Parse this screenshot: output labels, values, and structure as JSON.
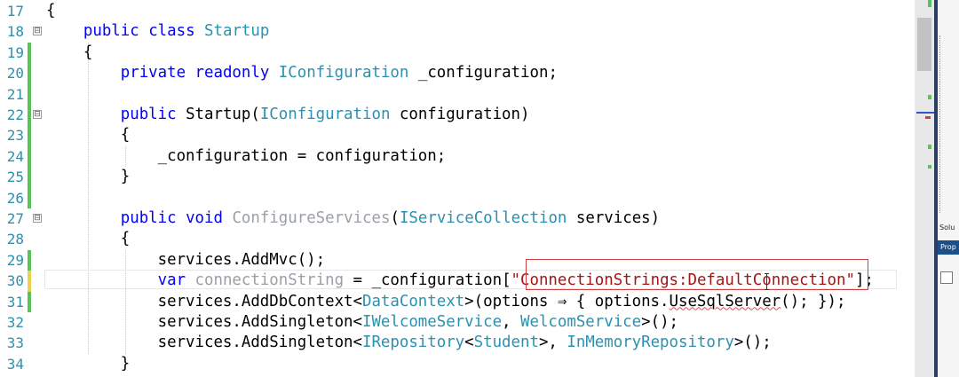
{
  "lines": [
    {
      "n": "17",
      "chg": "none",
      "fold": "",
      "tokens": [
        {
          "t": "{",
          "c": ""
        }
      ]
    },
    {
      "n": "18",
      "chg": "none",
      "fold": "⊟",
      "tokens": [
        {
          "t": "    ",
          "c": ""
        },
        {
          "t": "public",
          "c": "kw"
        },
        {
          "t": " ",
          "c": ""
        },
        {
          "t": "class",
          "c": "kw"
        },
        {
          "t": " ",
          "c": ""
        },
        {
          "t": "Startup",
          "c": "type"
        }
      ]
    },
    {
      "n": "19",
      "chg": "saved",
      "fold": "",
      "tokens": [
        {
          "t": "    {",
          "c": ""
        }
      ]
    },
    {
      "n": "20",
      "chg": "saved",
      "fold": "",
      "tokens": [
        {
          "t": "        ",
          "c": ""
        },
        {
          "t": "private",
          "c": "kw"
        },
        {
          "t": " ",
          "c": ""
        },
        {
          "t": "readonly",
          "c": "kw"
        },
        {
          "t": " ",
          "c": ""
        },
        {
          "t": "IConfiguration",
          "c": "type"
        },
        {
          "t": " _configuration;",
          "c": ""
        }
      ]
    },
    {
      "n": "21",
      "chg": "saved",
      "fold": "",
      "tokens": [
        {
          "t": "",
          "c": ""
        }
      ]
    },
    {
      "n": "22",
      "chg": "saved",
      "fold": "⊟",
      "tokens": [
        {
          "t": "        ",
          "c": ""
        },
        {
          "t": "public",
          "c": "kw"
        },
        {
          "t": " Startup(",
          "c": ""
        },
        {
          "t": "IConfiguration",
          "c": "type"
        },
        {
          "t": " configuration)",
          "c": ""
        }
      ]
    },
    {
      "n": "23",
      "chg": "saved",
      "fold": "",
      "tokens": [
        {
          "t": "        {",
          "c": ""
        }
      ]
    },
    {
      "n": "24",
      "chg": "saved",
      "fold": "",
      "tokens": [
        {
          "t": "            _configuration = configuration;",
          "c": ""
        }
      ]
    },
    {
      "n": "25",
      "chg": "saved",
      "fold": "",
      "tokens": [
        {
          "t": "        }",
          "c": ""
        }
      ]
    },
    {
      "n": "26",
      "chg": "saved",
      "fold": "",
      "tokens": [
        {
          "t": "",
          "c": ""
        }
      ]
    },
    {
      "n": "27",
      "chg": "none",
      "fold": "⊟",
      "tokens": [
        {
          "t": "        ",
          "c": ""
        },
        {
          "t": "public",
          "c": "kw"
        },
        {
          "t": " ",
          "c": ""
        },
        {
          "t": "void",
          "c": "kw"
        },
        {
          "t": " ",
          "c": ""
        },
        {
          "t": "ConfigureServices",
          "c": "muted"
        },
        {
          "t": "(",
          "c": ""
        },
        {
          "t": "IServiceCollection",
          "c": "type"
        },
        {
          "t": " services)",
          "c": ""
        }
      ]
    },
    {
      "n": "28",
      "chg": "none",
      "fold": "",
      "tokens": [
        {
          "t": "        {",
          "c": ""
        }
      ]
    },
    {
      "n": "29",
      "chg": "saved",
      "fold": "",
      "tokens": [
        {
          "t": "            services.AddMvc();",
          "c": ""
        }
      ]
    },
    {
      "n": "30",
      "chg": "unsaved",
      "fold": "",
      "tokens": [
        {
          "t": "            ",
          "c": ""
        },
        {
          "t": "var",
          "c": "kw"
        },
        {
          "t": " ",
          "c": ""
        },
        {
          "t": "connectionString",
          "c": "muted"
        },
        {
          "t": " = _configuration[",
          "c": ""
        },
        {
          "t": "\"ConnectionStrings:DefaultConnection\"",
          "c": "str"
        },
        {
          "t": "];",
          "c": ""
        }
      ]
    },
    {
      "n": "31",
      "chg": "saved",
      "fold": "",
      "tokens": [
        {
          "t": "            services.AddDbContext<",
          "c": ""
        },
        {
          "t": "DataContext",
          "c": "type"
        },
        {
          "t": ">(options ⇒ { options.",
          "c": ""
        },
        {
          "t": "UseSqlServer",
          "c": "squig"
        },
        {
          "t": "(); });",
          "c": ""
        }
      ]
    },
    {
      "n": "32",
      "chg": "none",
      "fold": "",
      "tokens": [
        {
          "t": "            services.AddSingleton<",
          "c": ""
        },
        {
          "t": "IWelcomeService",
          "c": "type"
        },
        {
          "t": ", ",
          "c": ""
        },
        {
          "t": "WelcomService",
          "c": "type"
        },
        {
          "t": ">();",
          "c": ""
        }
      ]
    },
    {
      "n": "33",
      "chg": "none",
      "fold": "",
      "tokens": [
        {
          "t": "            services.AddSingleton<",
          "c": ""
        },
        {
          "t": "IRepository",
          "c": "type"
        },
        {
          "t": "<",
          "c": ""
        },
        {
          "t": "Student",
          "c": "type"
        },
        {
          "t": ">, ",
          "c": ""
        },
        {
          "t": "InMemoryRepository",
          "c": "type"
        },
        {
          "t": ">();",
          "c": ""
        }
      ]
    },
    {
      "n": "34",
      "chg": "none",
      "fold": "",
      "tokens": [
        {
          "t": "        }",
          "c": ""
        }
      ]
    }
  ],
  "side_panel": {
    "solution_label": "Solu",
    "properties_tab": "Prop"
  }
}
